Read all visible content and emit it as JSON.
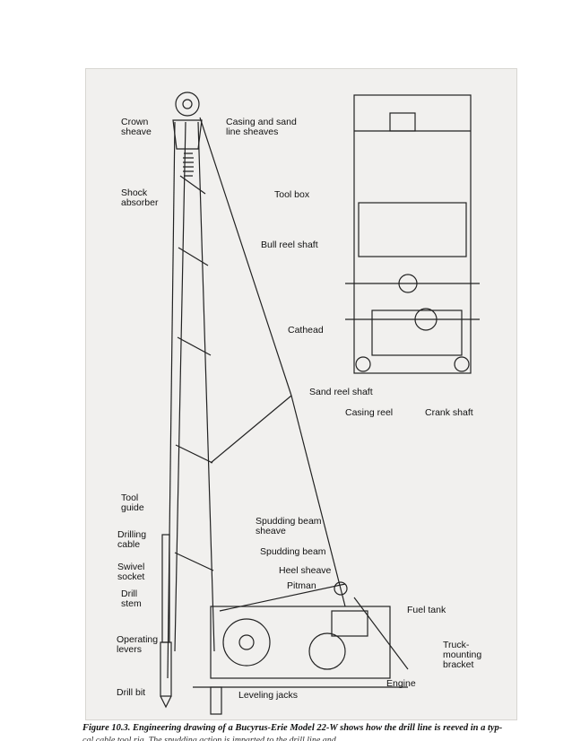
{
  "labels": {
    "crown_sheave": "Crown\nsheave",
    "casing_sand": "Casing and sand\nline sheaves",
    "shock_absorber": "Shock\nabsorber",
    "tool_box": "Tool box",
    "bull_reel_shaft": "Bull reel shaft",
    "cathead": "Cathead",
    "sand_reel_shaft": "Sand reel shaft",
    "casing_reel": "Casing reel",
    "crank_shaft": "Crank shaft",
    "tool_guide": "Tool\nguide",
    "drilling_cable": "Drilling\ncable",
    "swivel_socket": "Swivel\nsocket",
    "drill_stem": "Drill\nstem",
    "operating_levers": "Operating\nlevers",
    "drill_bit": "Drill bit",
    "spudding_beam_sheave": "Spudding beam\nsheave",
    "spudding_beam": "Spudding beam",
    "heel_sheave": "Heel sheave",
    "pitman": "Pitman",
    "fuel_tank": "Fuel tank",
    "truck_mounting_bracket": "Truck-\nmounting\nbracket",
    "engine": "Engine",
    "leveling_jacks": "Leveling jacks"
  },
  "caption": "Figure 10.3. Engineering drawing of a Bucyrus-Erie Model 22-W shows how the drill line is reeved in a typ-",
  "caption_line2": "cal cable tool rig. The spudding action is imparted to the drill line and..."
}
